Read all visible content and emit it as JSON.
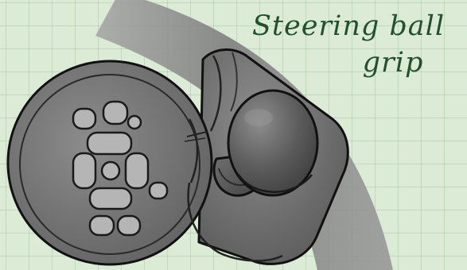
{
  "caption": {
    "line1": "Steering ball",
    "line2": "grip"
  },
  "colors": {
    "background": "#dcebd6",
    "grid": "#aac8a5",
    "caption_text": "#22502c",
    "steering_wheel_rim": "#8e8e8e",
    "device_body": "#6f6f6f",
    "outline": "#111111",
    "knob": "#5a5a5a",
    "button_pads": "#b5b5b5"
  },
  "icons": {
    "device": "steering-ball-grip-device",
    "knob": "spinner-knob-icon",
    "buttons": "control-button-pad-icons"
  }
}
